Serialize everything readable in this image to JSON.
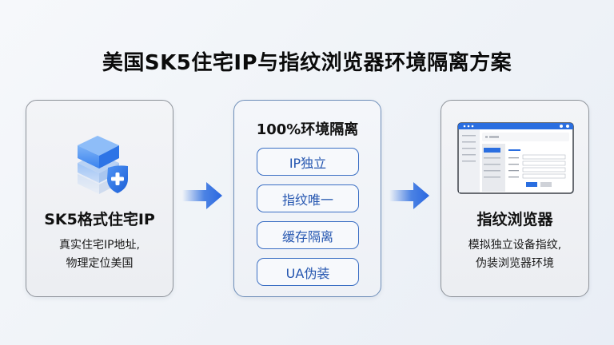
{
  "title": "美国SK5住宅IP与指纹浏览器环境隔离方案",
  "colors": {
    "accent": "#2f6fe0",
    "pill_border": "#3b6fc4",
    "pill_text": "#2556b0",
    "card_border": "#8d9299"
  },
  "cards": {
    "left": {
      "icon": "database-shield-icon",
      "title": "SK5格式住宅IP",
      "desc_line1": "真实住宅IP地址,",
      "desc_line2": "物理定位美国"
    },
    "middle": {
      "title": "100%环境隔离",
      "items": [
        {
          "label": "IP独立"
        },
        {
          "label": "指纹唯一"
        },
        {
          "label": "缓存隔离"
        },
        {
          "label": "UA伪装"
        }
      ]
    },
    "right": {
      "icon": "browser-window-icon",
      "title": "指纹浏览器",
      "desc_line1": "模拟独立设备指纹,",
      "desc_line2": "伪装浏览器环境"
    }
  },
  "arrows": [
    {
      "icon": "arrow-right-icon"
    },
    {
      "icon": "arrow-right-icon"
    }
  ]
}
